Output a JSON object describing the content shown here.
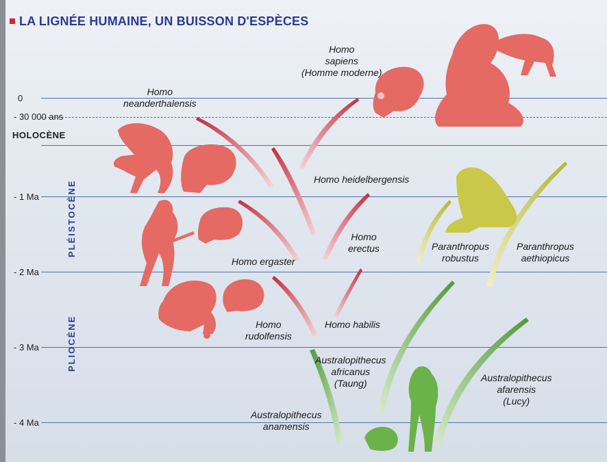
{
  "title": "LA LIGNÉE HUMAINE, UN BUISSON D'ESPÈCES",
  "timeline": {
    "ticks": [
      {
        "label": "0"
      },
      {
        "label": "- 30 000 ans"
      },
      {
        "label": "- 1 Ma"
      },
      {
        "label": "- 2 Ma"
      },
      {
        "label": "- 3 Ma"
      },
      {
        "label": "- 4 Ma"
      }
    ],
    "epochs": {
      "holocene": "HOLOCÈNE",
      "pleistocene": "PLÉISTOCÈNE",
      "pliocene": "PLIOCÈNE"
    }
  },
  "species": {
    "sapiens": [
      "Homo",
      "sapiens",
      "(Homme moderne)"
    ],
    "neanderthalensis": [
      "Homo",
      "neanderthalensis"
    ],
    "heidelbergensis": [
      "Homo heidelbergensis"
    ],
    "erectus": [
      "Homo",
      "erectus"
    ],
    "ergaster": [
      "Homo ergaster"
    ],
    "rudolfensis": [
      "Homo",
      "rudolfensis"
    ],
    "habilis": [
      "Homo habilis"
    ],
    "robustus": [
      "Paranthropus",
      "robustus"
    ],
    "aethiopicus": [
      "Paranthropus",
      "aethiopicus"
    ],
    "africanus": [
      "Australopithecus",
      "africanus",
      "(Taung)"
    ],
    "afarensis": [
      "Australopithecus",
      "afarensis",
      "(Lucy)"
    ],
    "anamensis": [
      "Australopithecus",
      "anamensis"
    ]
  },
  "colors": {
    "title": "#2b3a93",
    "homo": "#e46a63",
    "homo_dark": "#c32c3c",
    "paranthropus": "#c9c84a",
    "australopithecus": "#6cb24a",
    "axis": "#4f6ea6"
  }
}
